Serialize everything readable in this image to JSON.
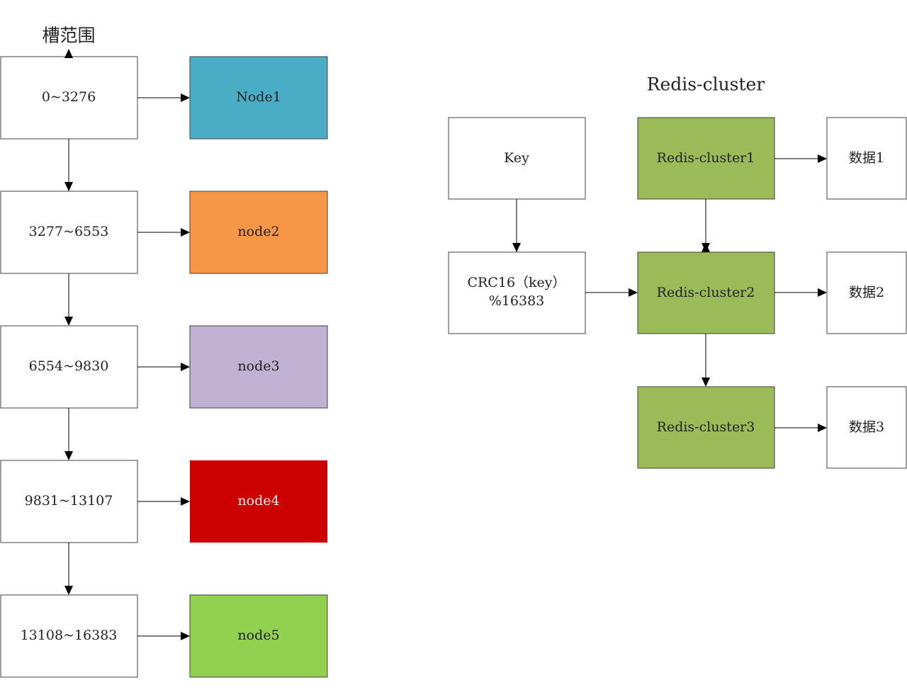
{
  "slot_title": "槽范围",
  "cluster_title": "Redis-cluster",
  "slots": [
    {
      "range": "0~3276",
      "node": "Node1",
      "color": "#4bacc6"
    },
    {
      "range": "3277~6553",
      "node": "node2",
      "color": "#f79646"
    },
    {
      "range": "6554~9830",
      "node": "node3",
      "color": "#bfb1d1"
    },
    {
      "range": "9831~13107",
      "node": "node4",
      "color": "#cc0000"
    },
    {
      "range": "13108~16383",
      "node": "node5",
      "color": "#92d050"
    }
  ],
  "key_box": {
    "label": "Key"
  },
  "hash_box": {
    "line1": "CRC16（key）",
    "line2": "%16383"
  },
  "clusters": [
    {
      "label": "Redis-cluster1",
      "data": "数据1",
      "color": "#9bbb59"
    },
    {
      "label": "Redis-cluster2",
      "data": "数据2",
      "color": "#9bbb59"
    },
    {
      "label": "Redis-cluster3",
      "data": "数据3",
      "color": "#9bbb59"
    }
  ]
}
